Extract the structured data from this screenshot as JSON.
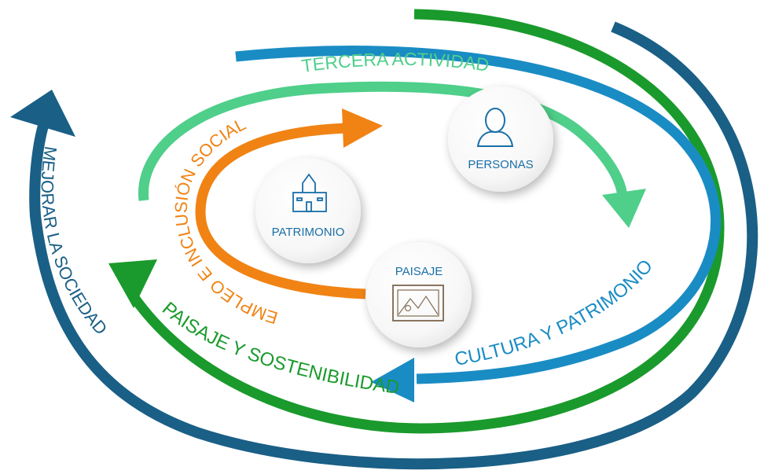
{
  "diagram": {
    "cycles": [
      {
        "id": "mejorar",
        "text": "MEJORAR LA SOCIEDAD",
        "color": "#1a5f86"
      },
      {
        "id": "paisaje_sost",
        "text": "PAISAJE Y SOSTENIBILIDAD",
        "color": "#1a9a2c"
      },
      {
        "id": "cultura",
        "text": "CULTURA Y PATRIMONIO",
        "color": "#1a8cc4"
      },
      {
        "id": "tercera",
        "text": "TERCERA ACTIVIDAD",
        "color": "#4fcf8a"
      },
      {
        "id": "empleo",
        "text": "EMPLEO E INCLUSIÓN SOCIAL",
        "color": "#f08314"
      }
    ],
    "nodes": {
      "personas": {
        "label": "PERSONAS",
        "icon": "person-icon"
      },
      "patrimonio": {
        "label": "PATRIMONIO",
        "icon": "building-icon"
      },
      "paisaje": {
        "label": "PAISAJE",
        "icon": "landscape-picture-icon"
      }
    },
    "icon_color": "#1a6fa8",
    "paisaje_icon_color": "#8a7560"
  }
}
